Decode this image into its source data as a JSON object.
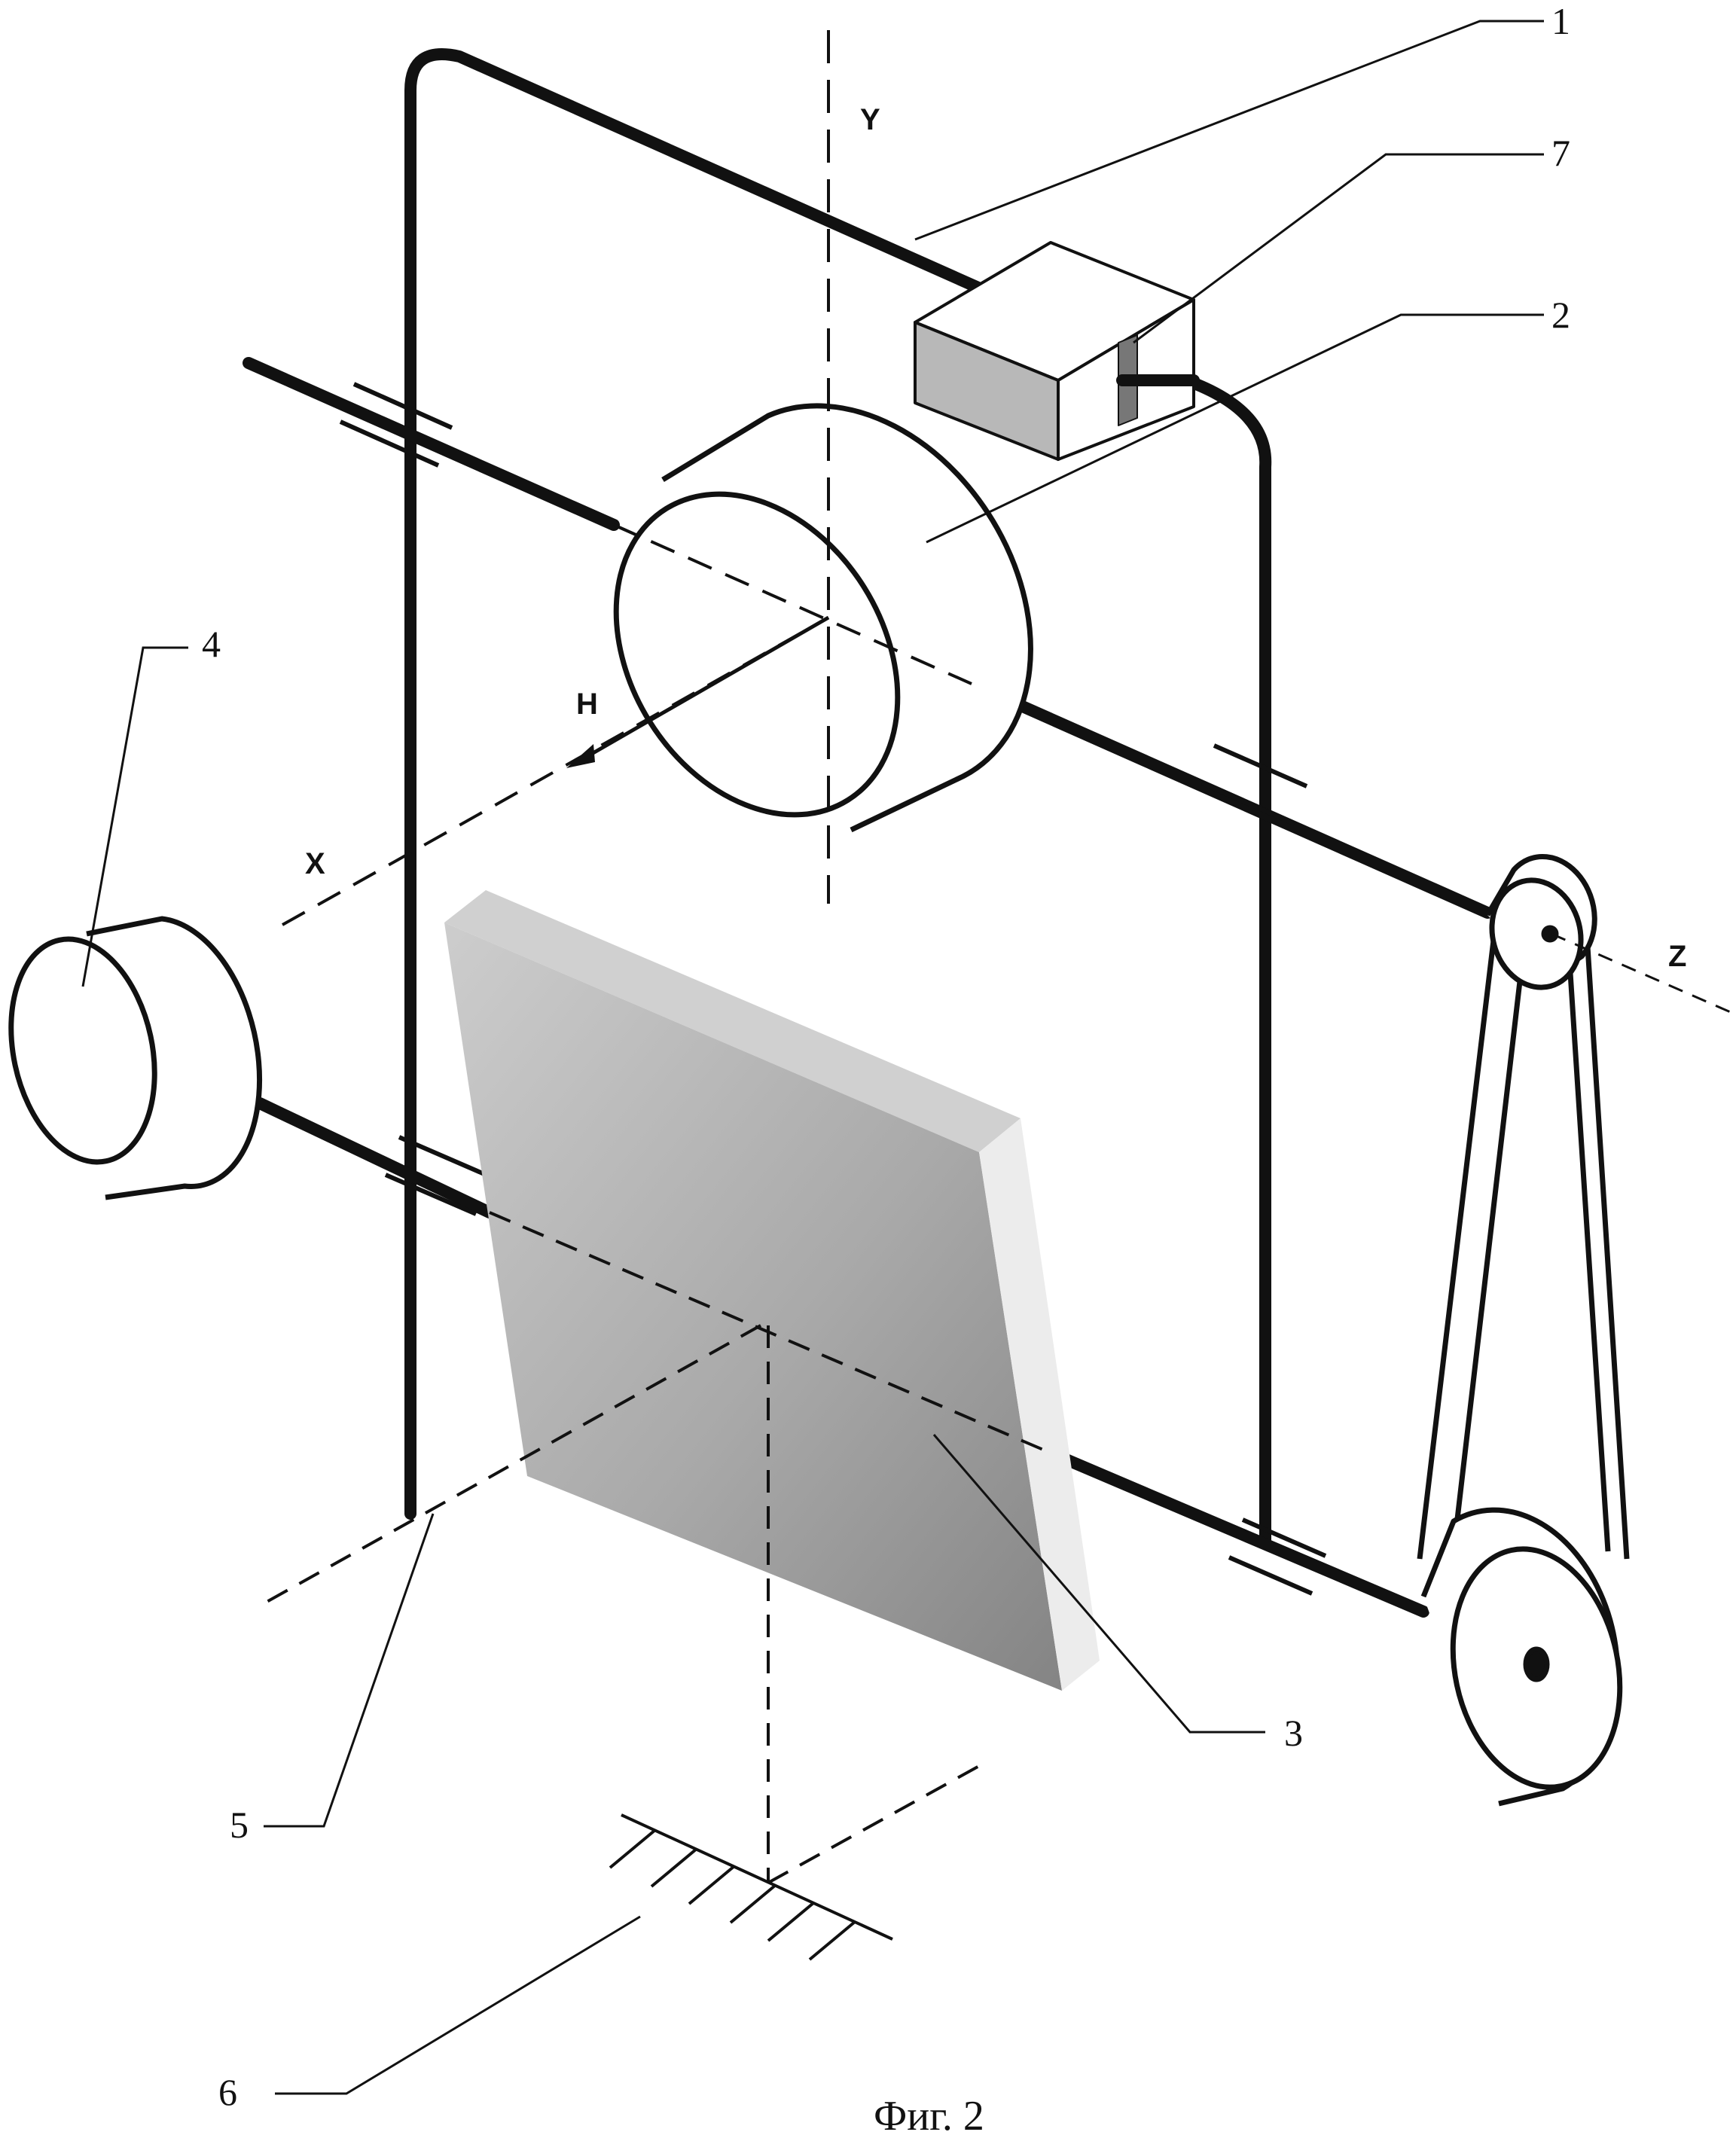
{
  "figure": {
    "caption": "Фиг. 2",
    "axes": {
      "x": "X",
      "y": "Y",
      "z": "Z",
      "h": "H"
    },
    "callouts": [
      "1",
      "2",
      "3",
      "4",
      "5",
      "6",
      "7"
    ]
  },
  "colors": {
    "stroke": "#111111",
    "plate_front_top": "#c6c6c6",
    "plate_front_bottom": "#8a8a8a",
    "plate_top": "#d0d0d0",
    "plate_side": "#ececec",
    "box_front": "#b8b8b8",
    "box_stripe": "#777777"
  }
}
